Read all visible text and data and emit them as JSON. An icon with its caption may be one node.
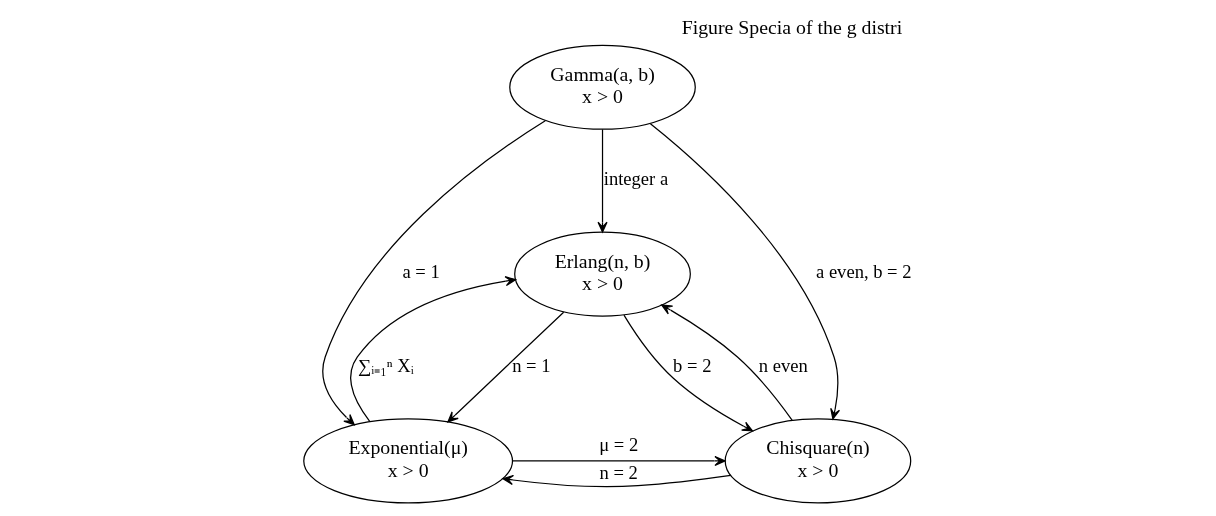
{
  "diagram": {
    "title": "Figure Specia of the g distri",
    "nodes": [
      {
        "text": [
          "Erlang(n, b)",
          "x > 0"
        ]
      },
      {
        "text": [
          "Gamma(a, b)",
          "x > 0"
        ]
      },
      {
        "text": [
          "Exponential(μ)",
          "x > 0"
        ]
      },
      {
        "text": [
          "Chisquare(n)",
          "x > 0"
        ]
      }
    ],
    "edges": [
      {
        "from": 2,
        "to": 0,
        "arrow": "to",
        "label": "∑ᵢ₌₁ⁿ Xᵢ"
      },
      {
        "from": 0,
        "to": 2,
        "arrow": "to",
        "label": "n = 1"
      },
      {
        "from": 1,
        "to": 0,
        "arrow": "to",
        "label": "integer a"
      },
      {
        "from": 3,
        "to": 0,
        "arrow": "to",
        "label": "n even"
      },
      {
        "from": 0,
        "to": 3,
        "arrow": "to",
        "label": "b = 2"
      },
      {
        "from": 1,
        "to": 2,
        "arrow": "to",
        "label": "a = 1"
      },
      {
        "from": 1,
        "to": 3,
        "arrow": "to",
        "label": "a even, b = 2"
      },
      {
        "from": 2,
        "to": 3,
        "arrow": "to",
        "label": "μ = 2"
      },
      {
        "from": 3,
        "to": 2,
        "arrow": "to",
        "label": "n = 2"
      }
    ]
  }
}
